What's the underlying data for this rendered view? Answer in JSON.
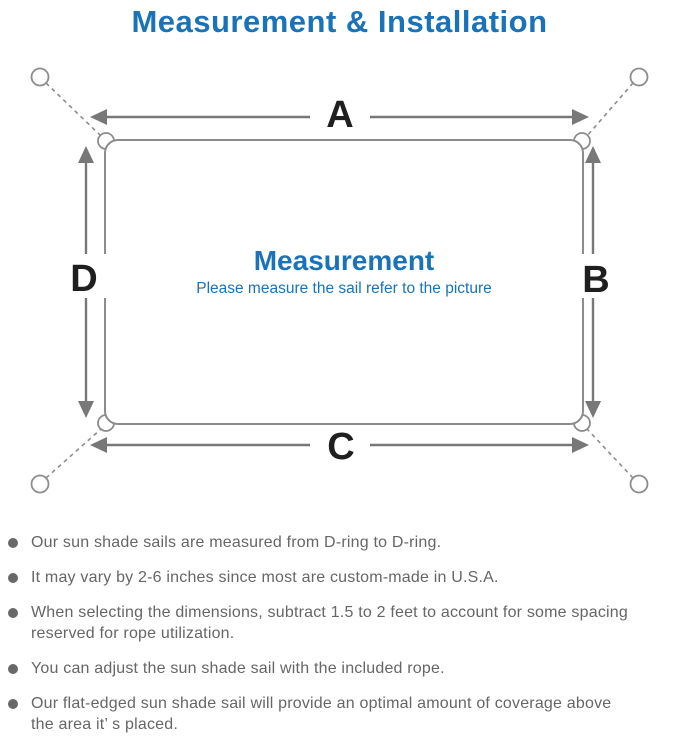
{
  "title": "Measurement & Installation",
  "colors": {
    "title_blue": "#1a73b8",
    "diagram_line_gray": "#8c8c8c",
    "arrow_gray": "#787878",
    "dimension_label_black": "#1f1f1f",
    "note_text_gray": "#666666",
    "bullet_gray": "#686868"
  },
  "diagram": {
    "dimension_labels": {
      "top": "A",
      "right": "B",
      "bottom": "C",
      "left": "D"
    },
    "center": {
      "heading": "Measurement",
      "subheading": "Please measure the sail refer to the picture"
    }
  },
  "notes": {
    "items": [
      {
        "text": "Our sun shade sails are measured from D-ring to D-ring.",
        "lines": [
          "Our sun shade sails are measured from D-ring to D-ring."
        ]
      },
      {
        "text": "It may vary by 2-6 inches since most are custom-made in U.S.A.",
        "lines": [
          "It may vary by 2-6 inches since most are custom-made in U.S.A."
        ]
      },
      {
        "text": "When selecting the dimensions, subtract 1.5 to 2 feet to account for some spacing reserved for rope utilization.",
        "lines": [
          "When selecting the dimensions, subtract 1.5 to 2 feet to account for some spacing",
          "reserved for rope utilization."
        ]
      },
      {
        "text": "You can adjust the sun shade sail with the included rope.",
        "lines": [
          "You can adjust the sun shade sail with the included rope."
        ]
      },
      {
        "text": "Our flat-edged sun shade sail will provide an optimal amount of coverage above the area it’ s placed.",
        "lines": [
          "Our flat-edged sun shade sail will provide an optimal amount of coverage above",
          "the area it’ s placed."
        ]
      }
    ]
  }
}
